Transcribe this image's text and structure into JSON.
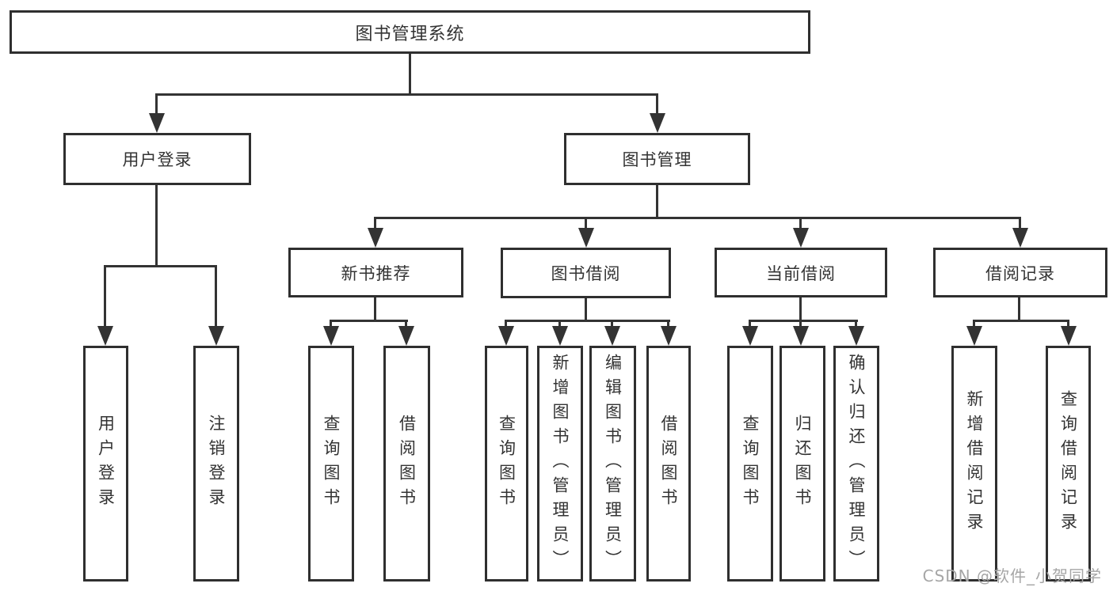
{
  "tree": {
    "label": "图书管理系统",
    "children": [
      {
        "label": "用户登录",
        "children": [
          {
            "label": "用户登录"
          },
          {
            "label": "注销登录"
          }
        ]
      },
      {
        "label": "图书管理",
        "children": [
          {
            "label": "新书推荐",
            "children": [
              {
                "label": "查询图书"
              },
              {
                "label": "借阅图书"
              }
            ]
          },
          {
            "label": "图书借阅",
            "children": [
              {
                "label": "查询图书"
              },
              {
                "label": "新增图书（管理员）"
              },
              {
                "label": "编辑图书（管理员）"
              },
              {
                "label": "借阅图书"
              }
            ]
          },
          {
            "label": "当前借阅",
            "children": [
              {
                "label": "查询图书"
              },
              {
                "label": "归还图书"
              },
              {
                "label": "确认归还（管理员）"
              }
            ]
          },
          {
            "label": "借阅记录",
            "children": [
              {
                "label": "新增借阅记录"
              },
              {
                "label": "查询借阅记录"
              }
            ]
          }
        ]
      }
    ]
  },
  "watermark": "CSDN @软件_小贺同学",
  "colors": {
    "line": "#333333",
    "box_border": "#2f2f2f",
    "text": "#333333",
    "watermark": "#a6a6a6",
    "background": "#ffffff"
  }
}
